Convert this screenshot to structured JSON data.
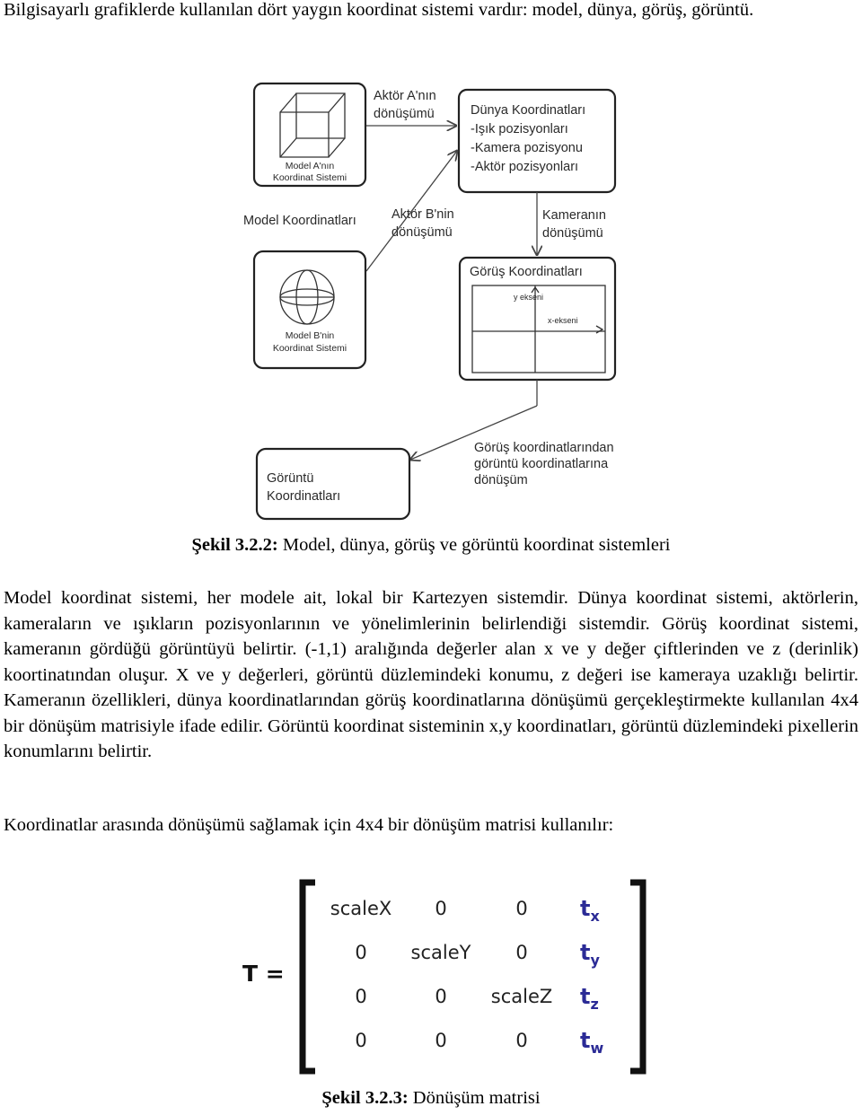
{
  "intro_text": "Bilgisayarlı grafiklerde kullanılan dört yaygın koordinat sistemi vardır: model, dünya, görüş, görüntü.",
  "figure1": {
    "actor_a_transform": [
      "Aktör A'nın",
      "dönüşümü"
    ],
    "world_box": [
      "Dünya Koordinatları",
      "-Işık pozisyonları",
      "-Kamera pozisyonu",
      "-Aktör pozisyonları"
    ],
    "model_a_box": [
      "Model A'nın",
      "Koordinat Sistemi"
    ],
    "model_coords_label": "Model Koordinatları",
    "actor_b_transform": [
      "Aktör B'nin",
      "dönüşümü"
    ],
    "camera_transform": [
      "Kameranın",
      "dönüşümü"
    ],
    "view_box_title": "Görüş Koordinatları",
    "view_y_axis": "y ekseni",
    "view_x_axis": "x-ekseni",
    "model_b_box": [
      "Model B'nin",
      "Koordinat Sistemi"
    ],
    "view_to_display": [
      "Görüş koordinatlarından",
      "görüntü koordinatlarına",
      "dönüşüm"
    ],
    "display_box": [
      "Görüntü",
      "Koordinatları"
    ]
  },
  "caption1": {
    "label": "Şekil 3.2.2:",
    "text": " Model, dünya, görüş ve görüntü koordinat sistemleri"
  },
  "paragraph1": "Model koordinat sistemi, her modele ait, lokal bir Kartezyen sistemdir. Dünya koordinat sistemi, aktörlerin, kameraların ve ışıkların pozisyonlarının ve yönelimlerinin belirlendiği sistemdir. Görüş koordinat sistemi, kameranın gördüğü görüntüyü belirtir. (-1,1) aralığında değerler alan x ve y değer çiftlerinden ve z (derinlik) koortinatından oluşur. X ve y değerleri, görüntü düzlemindeki konumu, z değeri ise kameraya uzaklığı belirtir. Kameranın özellikleri, dünya koordinatlarından görüş koordinatlarına dönüşümü gerçekleştirmekte kullanılan 4x4 bir dönüşüm matrisiyle ifade edilir. Görüntü koordinat sisteminin x,y koordinatları, görüntü düzlemindeki pixellerin konumlarını belirtir.",
  "paragraph2": "Koordinatlar arasında dönüşümü sağlamak için 4x4 bir dönüşüm matrisi kullanılır:",
  "matrix": {
    "label": "T =",
    "rows": [
      [
        "scaleX",
        "0",
        "0"
      ],
      [
        "0",
        "scaleY",
        "0"
      ],
      [
        "0",
        "0",
        "scaleZ"
      ],
      [
        "0",
        "0",
        "0"
      ]
    ],
    "last_column": [
      {
        "base": "t",
        "sub": "x"
      },
      {
        "base": "t",
        "sub": "y"
      },
      {
        "base": "t",
        "sub": "z"
      },
      {
        "base": "t",
        "sub": "w"
      }
    ],
    "t_color": "#2b2b96"
  },
  "caption2": {
    "label": "Şekil 3.2.3:",
    "text": " Dönüşüm matrisi"
  }
}
